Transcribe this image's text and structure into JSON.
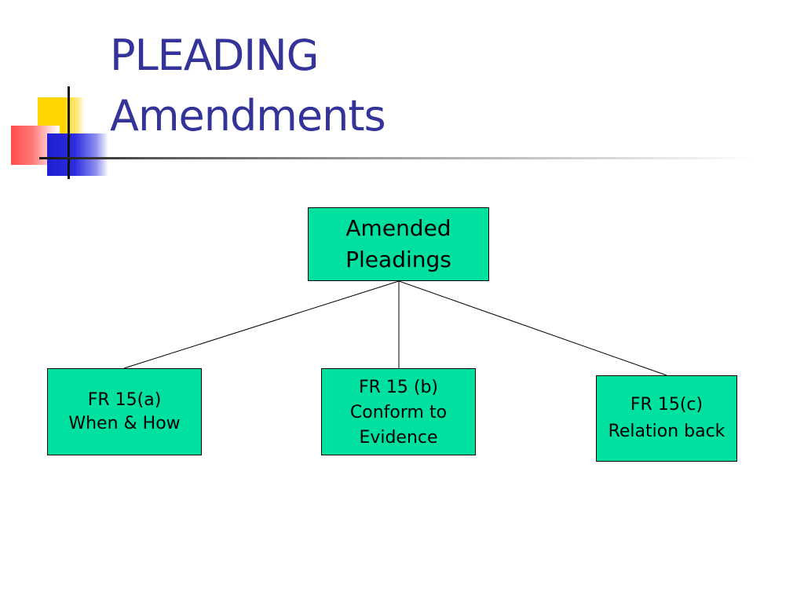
{
  "slide": {
    "title_line1": "PLEADING",
    "title_line2": "Amendments",
    "title_color": "#333399"
  },
  "diagram": {
    "box_color": "#00e0a0",
    "root": {
      "label": "Amended\nPleadings"
    },
    "children": [
      {
        "label": "FR 15(a)\nWhen & How"
      },
      {
        "label": "FR 15 (b)\nConform to\nEvidence"
      },
      {
        "label": "FR 15(c)\nRelation back"
      }
    ]
  }
}
